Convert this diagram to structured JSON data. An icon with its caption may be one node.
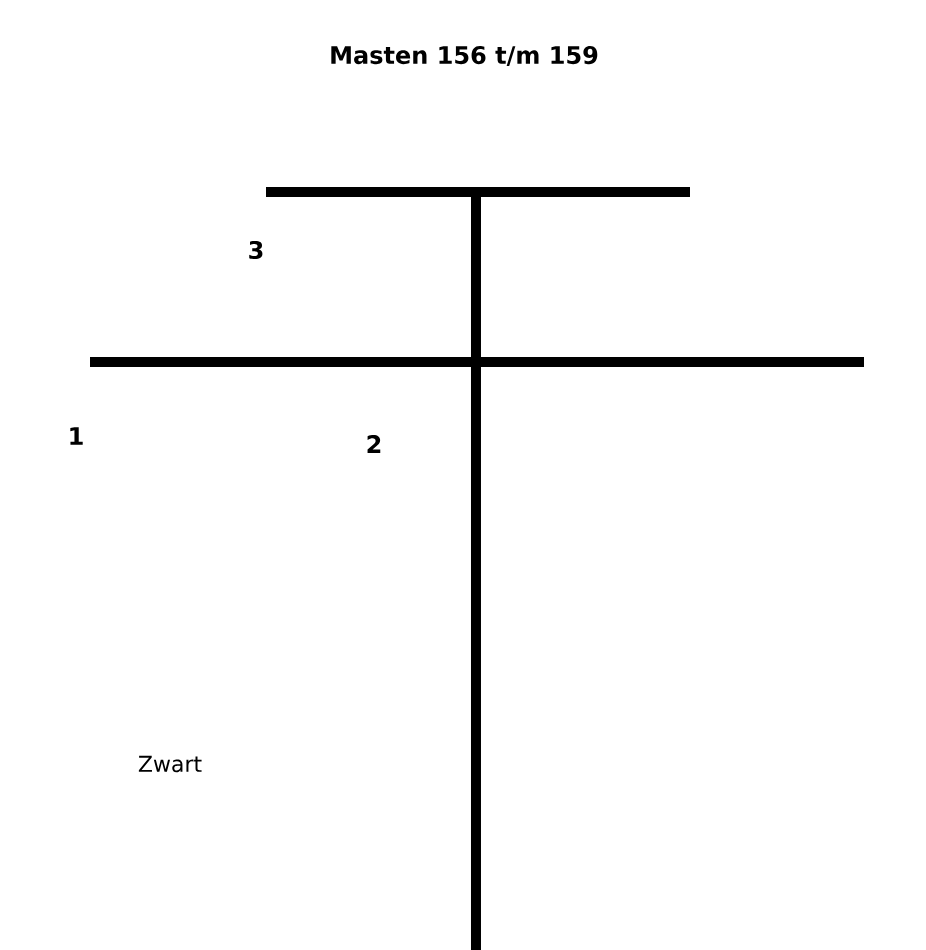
{
  "diagram": {
    "title": "Masten 156 t/m 159",
    "labels": [
      "3",
      "1",
      "2",
      "Zwart"
    ]
  }
}
